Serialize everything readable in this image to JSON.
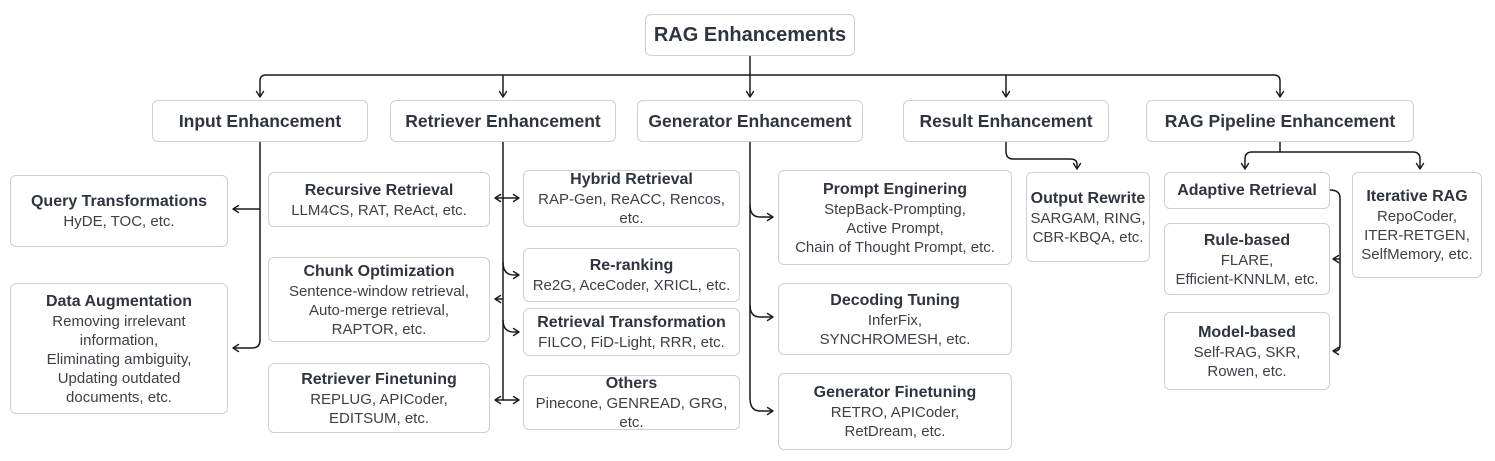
{
  "root": {
    "title": "RAG Enhancements"
  },
  "level2": {
    "input": {
      "title": "Input Enhancement"
    },
    "retriever": {
      "title": "Retriever Enhancement"
    },
    "generator": {
      "title": "Generator Enhancement"
    },
    "result": {
      "title": "Result Enhancement"
    },
    "pipeline": {
      "title": "RAG Pipeline Enhancement"
    }
  },
  "nodes": {
    "query_transformations": {
      "title": "Query Transformations",
      "items": "HyDE, TOC, etc."
    },
    "data_augmentation": {
      "title": "Data Augmentation",
      "items": "Removing irrelevant\ninformation,\nEliminating ambiguity,\nUpdating outdated\ndocuments, etc."
    },
    "recursive_retrieval": {
      "title": "Recursive Retrieval",
      "items": "LLM4CS, RAT, ReAct, etc."
    },
    "chunk_optimization": {
      "title": "Chunk Optimization",
      "items": "Sentence-window retrieval,\nAuto-merge retrieval,\nRAPTOR, etc."
    },
    "retriever_finetuning": {
      "title": "Retriever Finetuning",
      "items": "REPLUG, APICoder,\nEDITSUM, etc."
    },
    "hybrid_retrieval": {
      "title": "Hybrid Retrieval",
      "items": "RAP-Gen, ReACC, Rencos, etc."
    },
    "re_ranking": {
      "title": "Re-ranking",
      "items": "Re2G, AceCoder, XRICL, etc."
    },
    "retrieval_transformation": {
      "title": "Retrieval Transformation",
      "items": "FILCO, FiD-Light, RRR, etc."
    },
    "others": {
      "title": "Others",
      "items": "Pinecone, GENREAD, GRG, etc."
    },
    "prompt_engineering": {
      "title": "Prompt Enginering",
      "items": "StepBack-Prompting,\nActive Prompt,\nChain of Thought Prompt, etc."
    },
    "decoding_tuning": {
      "title": "Decoding Tuning",
      "items": "InferFix,\nSYNCHROMESH, etc."
    },
    "generator_finetuning": {
      "title": "Generator Finetuning",
      "items": "RETRO, APICoder,\nRetDream, etc."
    },
    "output_rewrite": {
      "title": "Output Rewrite",
      "items": "SARGAM, RING,\nCBR-KBQA, etc."
    },
    "adaptive_retrieval": {
      "title": "Adaptive Retrieval"
    },
    "rule_based": {
      "title": "Rule-based",
      "items": "FLARE,\nEfficient-KNNLM, etc."
    },
    "model_based": {
      "title": "Model-based",
      "items": "Self-RAG, SKR,\nRowen, etc."
    },
    "iterative_rag": {
      "title": "Iterative RAG",
      "items": "RepoCoder,\nITER-RETGEN,\nSelfMemory, etc."
    }
  },
  "colors": {
    "line": "#1a1a1a",
    "box_border": "#cdd0d5",
    "title_text": "#2e3440",
    "body_text": "#3b4049",
    "background": "#ffffff"
  }
}
